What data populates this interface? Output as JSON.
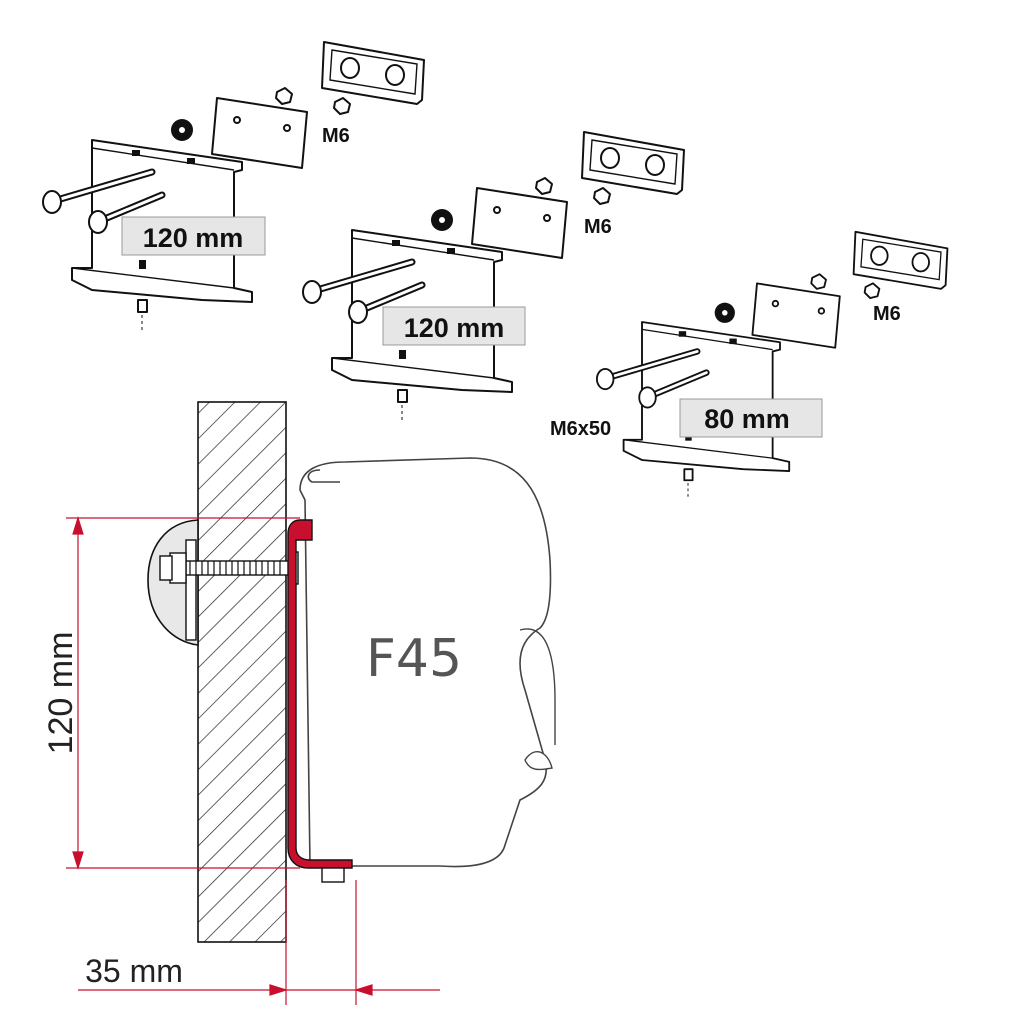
{
  "kits": [
    {
      "size_label": "120 mm",
      "nut_label": "M6"
    },
    {
      "size_label": "120 mm",
      "nut_label": "M6"
    },
    {
      "size_label": "80 mm",
      "nut_label": "M6",
      "bolt_label": "M6x50"
    }
  ],
  "section": {
    "awning_label": "F45",
    "height_label": "120 mm",
    "depth_label": "35 mm"
  },
  "colors": {
    "bracket": "#c8102e",
    "dimension": "#c8102e",
    "label_box": "#e6e6e6"
  }
}
